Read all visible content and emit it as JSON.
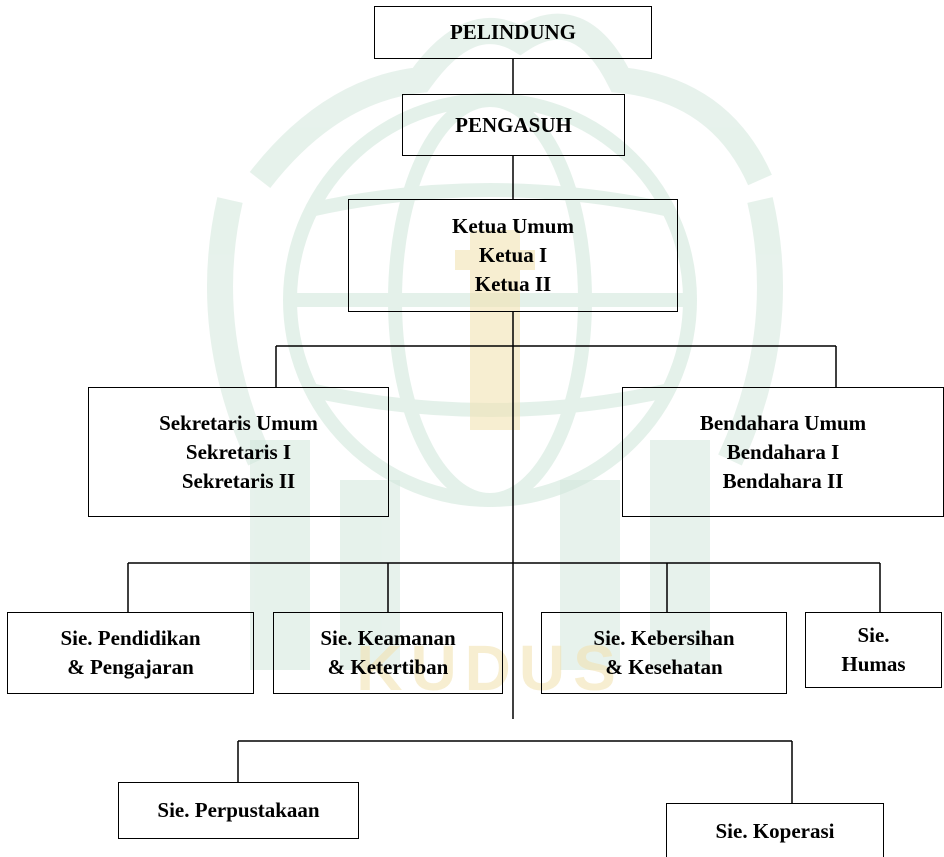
{
  "colors": {
    "box_border": "#000000",
    "line": "#000000",
    "watermark_green": "#cfe6d9",
    "watermark_gold": "#f2e3b3",
    "background": "#ffffff"
  },
  "watermark": {
    "label": "KUDUS"
  },
  "org_chart": {
    "pelindung": {
      "lines": [
        "PELINDUNG"
      ]
    },
    "pengasuh": {
      "lines": [
        "PENGASUH"
      ]
    },
    "ketua": {
      "lines": [
        "Ketua Umum",
        "Ketua I",
        "Ketua II"
      ]
    },
    "sekretaris": {
      "lines": [
        "Sekretaris Umum",
        "Sekretaris I",
        "Sekretaris II"
      ]
    },
    "bendahara": {
      "lines": [
        "Bendahara Umum",
        "Bendahara I",
        "Bendahara II"
      ]
    },
    "sie_pendidikan": {
      "lines": [
        "Sie. Pendidikan",
        "& Pengajaran"
      ]
    },
    "sie_keamanan": {
      "lines": [
        "Sie. Keamanan",
        "& Ketertiban"
      ]
    },
    "sie_kebersihan": {
      "lines": [
        "Sie. Kebersihan",
        "& Kesehatan"
      ]
    },
    "sie_humas": {
      "lines": [
        "Sie.",
        "Humas"
      ]
    },
    "sie_perpustakaan": {
      "lines": [
        "Sie. Perpustakaan"
      ]
    },
    "sie_koperasi": {
      "lines": [
        "Sie. Koperasi"
      ]
    }
  }
}
